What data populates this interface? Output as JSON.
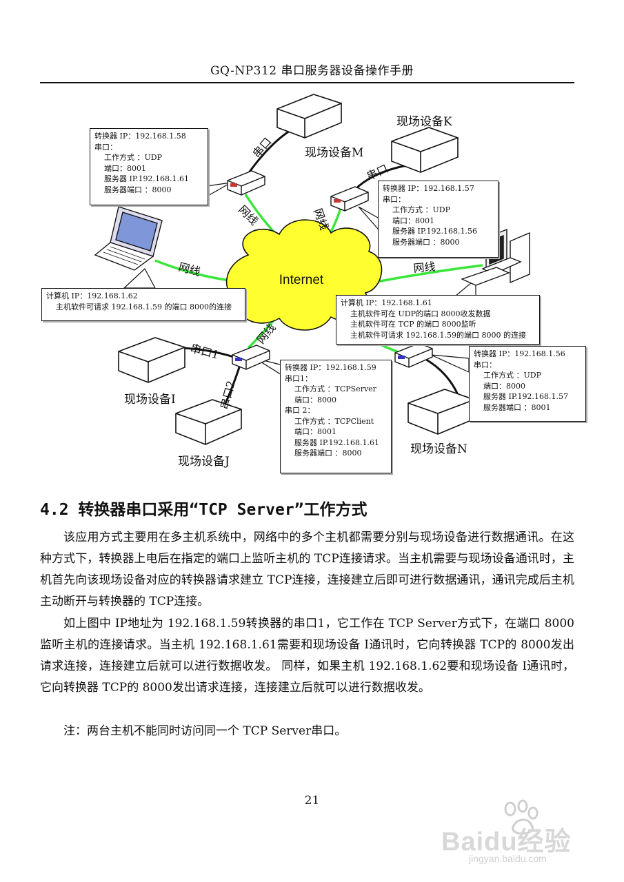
{
  "header": {
    "title": "GQ-NP312 串口服务器设备操作手册"
  },
  "diagram": {
    "cloud_label": "Internet",
    "device_labels": {
      "m": "现场设备M",
      "k": "现场设备K",
      "i": "现场设备I",
      "j": "现场设备J",
      "n": "现场设备N"
    },
    "link_labels": {
      "serial": "串口",
      "serial1": "串口1",
      "serial2": "串口2",
      "net": "网线"
    },
    "boxes": {
      "c58": {
        "line1": "转换器 IP：192.168.1.58",
        "line2": "串口：",
        "line3": "工作方式 ：UDP",
        "line4": "端口：8001",
        "line5": "服务器 IP.192.168.1.61",
        "line6": "服务器端口 ：8000"
      },
      "c57": {
        "line1": "转换器 IP：192.168.1.57",
        "line2": "串口：",
        "line3": "工作方式 ：UDP",
        "line4": "端口：8001",
        "line5": "服务器 IP.192.168.1.56",
        "line6": "服务器端口 ：8000"
      },
      "pc62": {
        "line1": "计算机 IP：192.168.1.62",
        "line2": "主机软件可请求 192.168.1.59 的端口 8000的连接"
      },
      "pc61": {
        "line1": "计算机 IP：192.168.1.61",
        "line2": "主机软件可在 UDP的端口 8000收发数据",
        "line3": "主机软件可在 TCP 的端口 8000监听",
        "line4": "主机软件可请求 192.168.1.59的端口 8000 的连接"
      },
      "c59": {
        "line1": "转换器 IP：192.168.1.59",
        "line2": "串口1：",
        "line3": "工作方式 ：TCPServer",
        "line4": "端口：8000",
        "line5": "串口 2：",
        "line6": "工作方式 ：TCPClient",
        "line7": "端口：8001",
        "line8": "服务器 IP.192.168.1.61",
        "line9": "服务器端口 ：8000"
      },
      "c56": {
        "line1": "转换器 IP：192.168.1.56",
        "line2": "串口：",
        "line3": "工作方式 ：UDP",
        "line4": "端口：8000",
        "line5": "服务器 IP.192.168.1.57",
        "line6": "服务器端口 ：8001"
      }
    }
  },
  "section": {
    "title": "4.2 转换器串口采用“TCP Server”工作方式"
  },
  "paragraphs": {
    "p1": "该应用方式主要用在多主机系统中，网络中的多个主机都需要分别与现场设备进行数据通讯。在这种方式下，转换器上电后在指定的端口上监听主机的 TCP连接请求。当主机需要与现场设备通讯时，主机首先向该现场设备对应的转换器请求建立 TCP连接，连接建立后即可进行数据通讯，通讯完成后主机主动断开与转换器的 TCP连接。",
    "p2": "如上图中 IP地址为 192.168.1.59转换器的串口1，它工作在 TCP Server方式下，在端口 8000监听主机的连接请求。当主机 192.168.1.61需要和现场设备 I通讯时，它向转换器 TCP的 8000发出请求连接，连接建立后就可以进行数据收发。 同样，如果主机 192.168.1.62要和现场设备 I通讯时，它向转换器 TCP的 8000发出请求连接，连接建立后就可以进行数据收发。",
    "p3": "注：两台主机不能同时访问同一个 TCP Server串口。"
  },
  "footer": {
    "page_number": "21"
  },
  "watermark": {
    "brand": "Baidu经验",
    "url": "jingyan.baidu.com"
  }
}
